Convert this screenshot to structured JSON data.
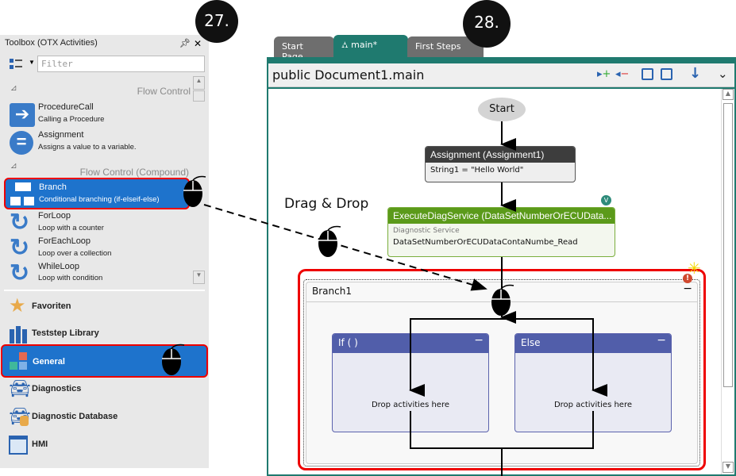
{
  "callouts": {
    "left": "27.",
    "right": "28."
  },
  "toolbox": {
    "title": "Toolbox (OTX Activities)",
    "filter_placeholder": "Filter",
    "categories": [
      "Flow Control",
      "Flow Control (Compound)"
    ],
    "items": [
      {
        "name": "ProcedureCall",
        "desc": "Calling a Procedure",
        "icon": "arrow-right-icon"
      },
      {
        "name": "Assignment",
        "desc": "Assigns a value to a variable.",
        "icon": "equals-icon"
      },
      {
        "name": "Branch",
        "desc": "Conditional branching (if-elseif-else)",
        "icon": "branch-icon",
        "selected": true
      },
      {
        "name": "ForLoop",
        "desc": "Loop with a counter",
        "icon": "loop-icon"
      },
      {
        "name": "ForEachLoop",
        "desc": "Loop over a collection",
        "icon": "loop-icon"
      },
      {
        "name": "WhileLoop",
        "desc": "Loop with condition",
        "icon": "loop-icon"
      }
    ],
    "groups": [
      {
        "label": "Favoriten",
        "icon": "star-icon"
      },
      {
        "label": "Teststep Library",
        "icon": "books-icon"
      },
      {
        "label": "General",
        "icon": "blocks-icon",
        "selected": true
      },
      {
        "label": "Diagnostics",
        "icon": "car-icon"
      },
      {
        "label": "Diagnostic Database",
        "icon": "car-database-icon"
      },
      {
        "label": "HMI",
        "icon": "window-icon"
      }
    ]
  },
  "tabs": [
    {
      "label": "Start Page"
    },
    {
      "label": "main*",
      "active": true
    },
    {
      "label": "First Steps"
    }
  ],
  "editor": {
    "title": "public Document1.main",
    "start": "Start",
    "assignment": {
      "title": "Assignment (Assignment1)",
      "body": "String1 = \"Hello World\""
    },
    "exec": {
      "title": "ExecuteDiagService (DataSetNumberOrECUData...",
      "label": "Diagnostic Service",
      "value": "DataSetNumberOrECUDataContaNumbe_Read",
      "badge": "V"
    },
    "branch": {
      "title": "Branch1",
      "collapse": "−",
      "if_title": "If ( )",
      "else_title": "Else",
      "drop_text": "Drop activities here"
    },
    "drag_label": "Drag & Drop"
  },
  "colors": {
    "accent": "#1f7a6f",
    "selection": "#1e73cc",
    "highlight": "#e00000",
    "exec": "#5b9a1a",
    "branch": "#515eaa"
  }
}
